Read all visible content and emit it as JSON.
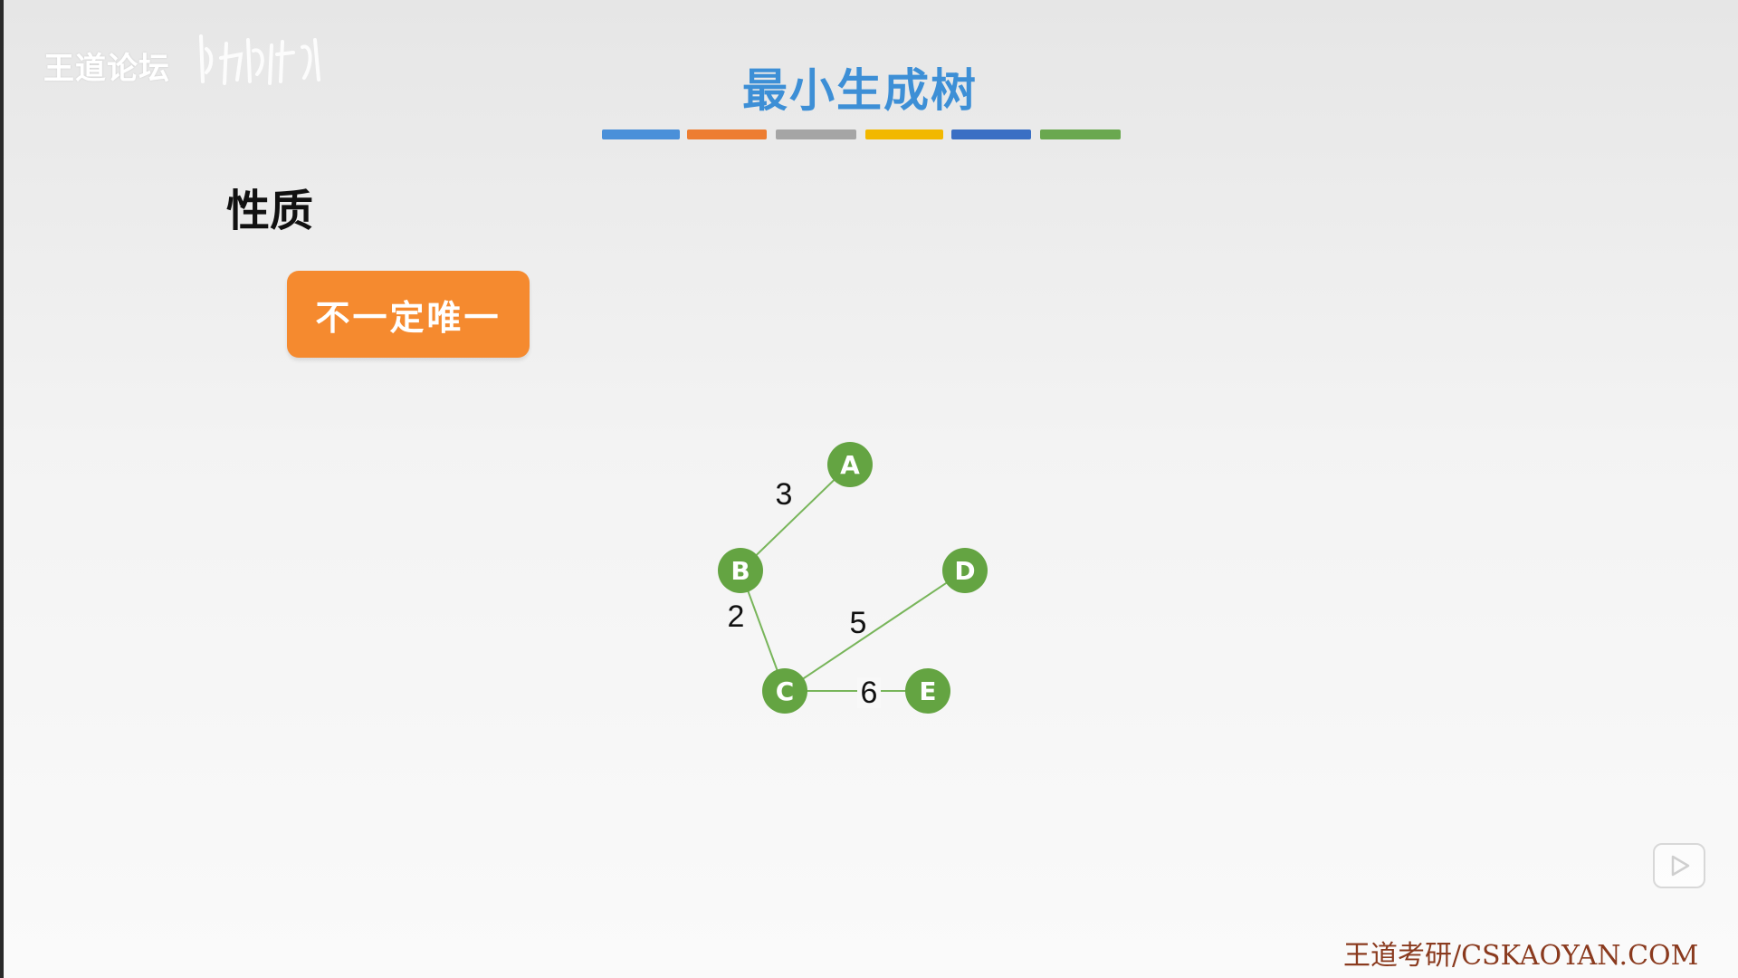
{
  "watermark": {
    "text": "王道论坛"
  },
  "slide": {
    "title": "最小生成树",
    "section_title": "性质",
    "property_badge": "不一定唯一",
    "color_bar": [
      "#4a90d9",
      "#ed7d31",
      "#a5a5a5",
      "#f2b800",
      "#3a6fc4",
      "#6aa84f"
    ]
  },
  "graph": {
    "node_color": "#64a442",
    "edge_color": "#78b55a",
    "nodes": [
      "A",
      "B",
      "C",
      "D",
      "E"
    ],
    "edges": [
      {
        "from": "A",
        "to": "B",
        "weight": "3"
      },
      {
        "from": "B",
        "to": "C",
        "weight": "2"
      },
      {
        "from": "C",
        "to": "D",
        "weight": "5"
      },
      {
        "from": "C",
        "to": "E",
        "weight": "6"
      }
    ]
  },
  "player": {
    "icon": "play-icon"
  },
  "footer": {
    "site": "王道考研/CSKAOYAN.COM"
  }
}
